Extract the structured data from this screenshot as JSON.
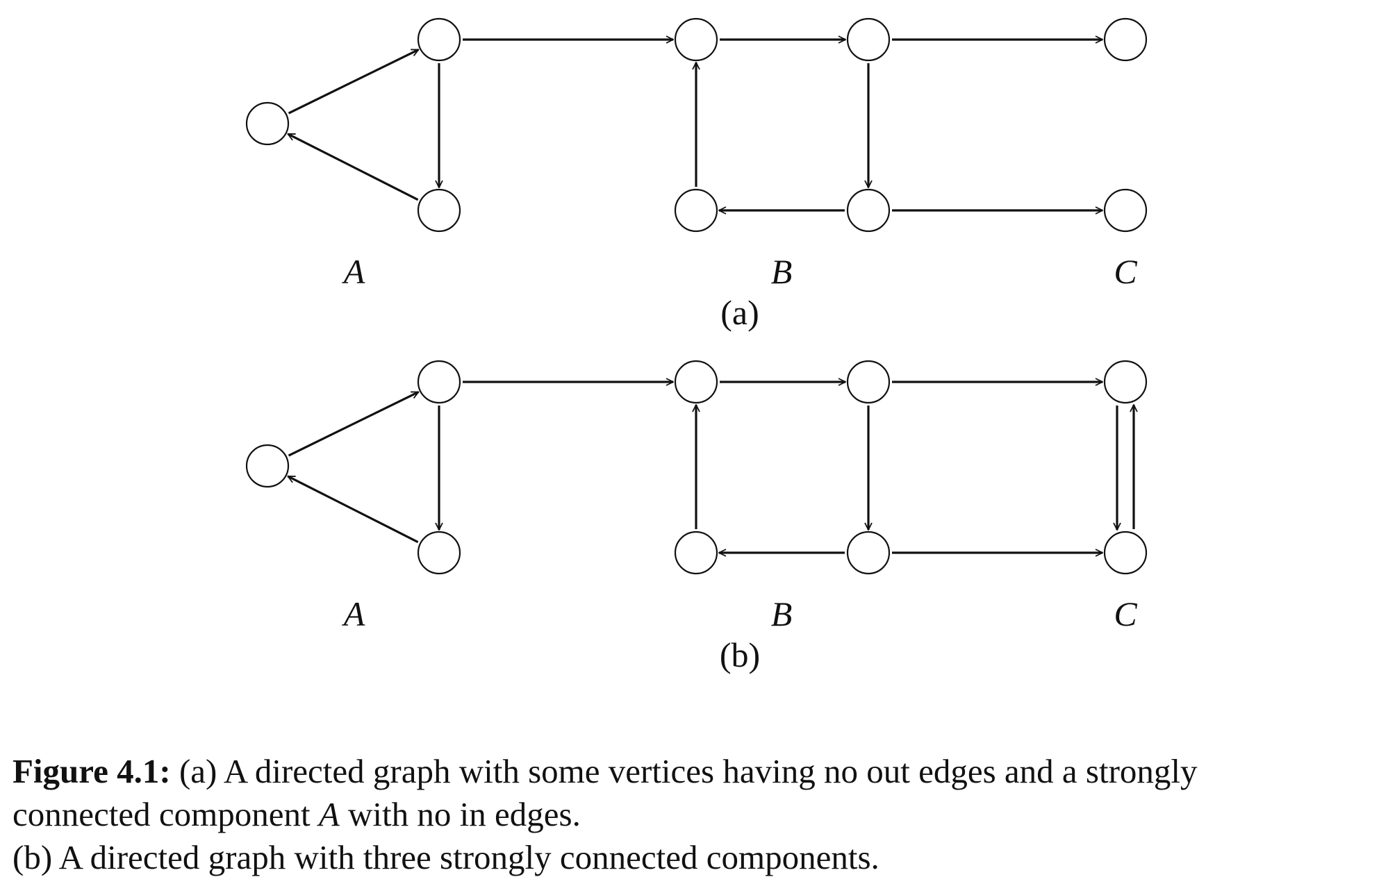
{
  "figure": {
    "panels": [
      {
        "id": "a",
        "sublabel": "(a)",
        "component_labels": [
          "A",
          "B",
          "C"
        ],
        "nodes": [
          "a1",
          "a2",
          "a3",
          "b1",
          "b2",
          "b3",
          "b4",
          "c1",
          "c2"
        ],
        "edges": [
          [
            "a1",
            "a2"
          ],
          [
            "a3",
            "a1"
          ],
          [
            "a2",
            "a3"
          ],
          [
            "a2",
            "b1"
          ],
          [
            "b1",
            "b2"
          ],
          [
            "b2",
            "b4"
          ],
          [
            "b4",
            "b3"
          ],
          [
            "b3",
            "b1"
          ],
          [
            "b2",
            "c1"
          ],
          [
            "b4",
            "c2"
          ]
        ]
      },
      {
        "id": "b",
        "sublabel": "(b)",
        "component_labels": [
          "A",
          "B",
          "C"
        ],
        "nodes": [
          "a1",
          "a2",
          "a3",
          "b1",
          "b2",
          "b3",
          "b4",
          "c1",
          "c2"
        ],
        "edges": [
          [
            "a1",
            "a2"
          ],
          [
            "a3",
            "a1"
          ],
          [
            "a2",
            "a3"
          ],
          [
            "a2",
            "b1"
          ],
          [
            "b1",
            "b2"
          ],
          [
            "b2",
            "b4"
          ],
          [
            "b4",
            "b3"
          ],
          [
            "b3",
            "b1"
          ],
          [
            "b2",
            "c1"
          ],
          [
            "b4",
            "c2"
          ],
          [
            "c1",
            "c2"
          ],
          [
            "c2",
            "c1"
          ]
        ]
      }
    ]
  },
  "caption": {
    "label": "Figure 4.1:",
    "line1_rest": " (a) A directed graph with some vertices having no out edges and a strongly",
    "line2_pre": "connected component ",
    "line2_var": "A",
    "line2_post": " with no in edges.",
    "line3": "(b) A directed graph with three strongly connected components."
  }
}
